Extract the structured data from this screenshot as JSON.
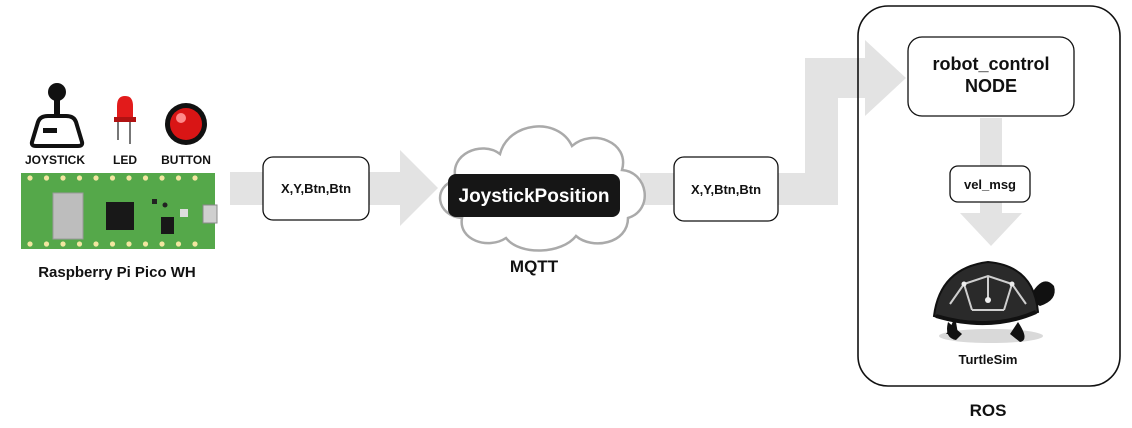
{
  "device": {
    "joystick_label": "JOYSTICK",
    "led_label": "LED",
    "button_label": "BUTTON",
    "board_label": "Raspberry Pi Pico WH"
  },
  "message_left": "X,Y,Btn,Btn",
  "cloud": {
    "topic": "JoystickPosition",
    "broker_label": "MQTT"
  },
  "message_right": "X,Y,Btn,Btn",
  "ros": {
    "node_line1": "robot_control",
    "node_line2": "NODE",
    "vel_msg": "vel_msg",
    "turtle_label": "TurtleSim",
    "container_label": "ROS"
  },
  "colors": {
    "arrow_fill": "#e3e3e3",
    "board_green": "#55a84a",
    "topic_bg": "#161616",
    "led_red": "#e21b1b",
    "button_red": "#d91515",
    "outline": "#111111"
  }
}
